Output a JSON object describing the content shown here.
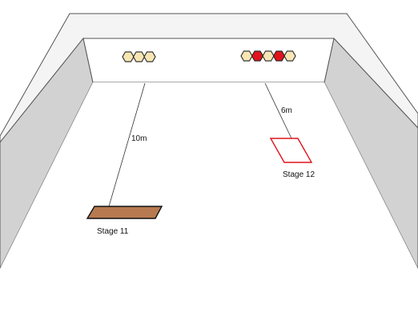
{
  "scene": {
    "colors": {
      "wall_top": "#f4f4f4",
      "wall_inner": "#d2d2d2",
      "back_wall": "#ffffff",
      "floor": "#ffffff",
      "outline": "#555555",
      "hex_cream": "#f7e6b4",
      "hex_red": "#e0141c"
    },
    "clusters": [
      {
        "hexes": [
          "cream",
          "cream",
          "cream"
        ]
      },
      {
        "hexes": [
          "cream",
          "red",
          "cream",
          "red",
          "cream"
        ]
      }
    ],
    "stages": [
      {
        "label": "Stage 11",
        "distance": "10m",
        "fill": "#b77a50",
        "stroke": "#111111"
      },
      {
        "label": "Stage 12",
        "distance": "6m",
        "fill": "#ffffff",
        "stroke": "#e0141c"
      }
    ]
  }
}
